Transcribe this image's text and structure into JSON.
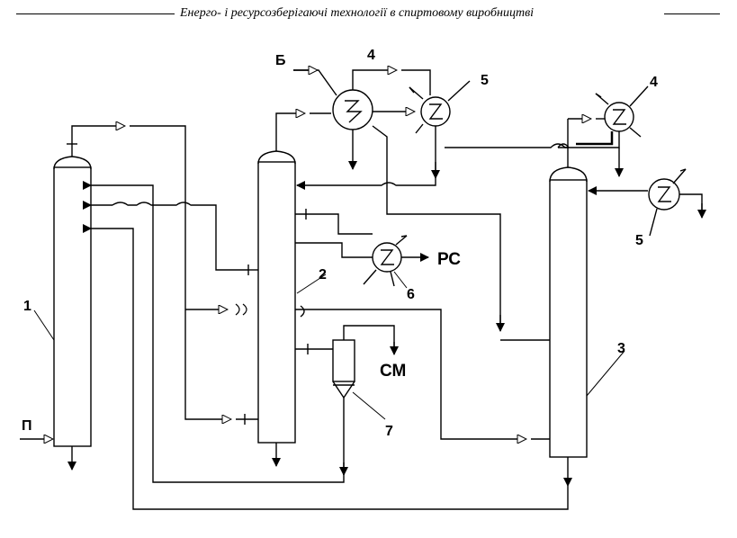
{
  "header": {
    "title": "Енерго- і ресурсозберігаючі технології в спиртовому виробництві"
  },
  "labels": {
    "column_1": "1",
    "column_2": "2",
    "column_3": "3",
    "condenser_4a": "4",
    "condenser_4b": "4",
    "cooler_5a": "5",
    "cooler_5b": "5",
    "cooler_6": "6",
    "separator_7": "7",
    "feed_P": "П",
    "feed_B": "Б",
    "product_RS": "РС",
    "product_SM": "СМ"
  }
}
